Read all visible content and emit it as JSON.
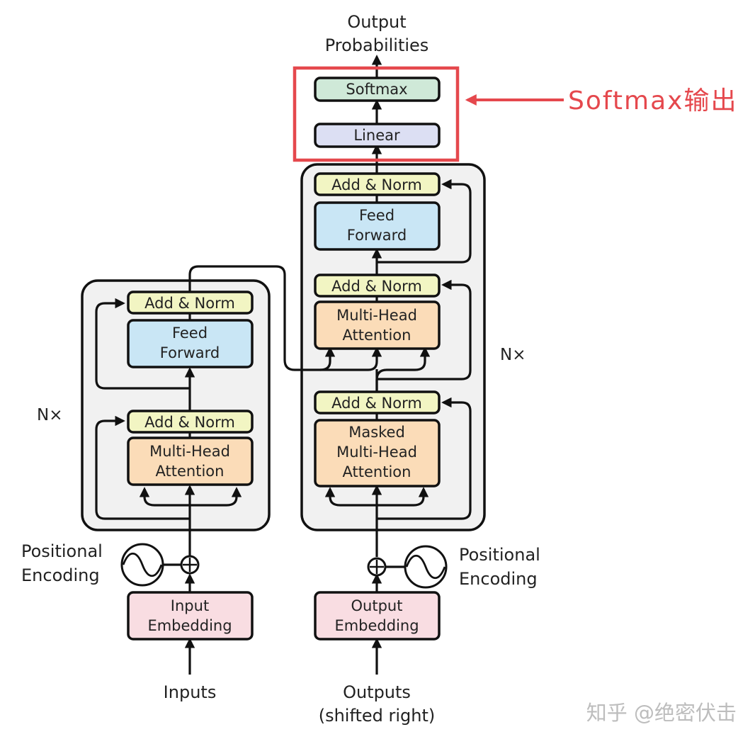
{
  "output": {
    "line1": "Output",
    "line2": "Probabilities"
  },
  "softmax": "Softmax",
  "linear": "Linear",
  "annotation": {
    "label": "Softmax输出",
    "color": "#e5484d"
  },
  "encoder": {
    "repeat": "N×",
    "add_norm_top": "Add & Norm",
    "ff_line1": "Feed",
    "ff_line2": "Forward",
    "add_norm_bottom": "Add & Norm",
    "mha_line1": "Multi-Head",
    "mha_line2": "Attention",
    "pos_line1": "Positional",
    "pos_line2": "Encoding",
    "emb_line1": "Input",
    "emb_line2": "Embedding",
    "input_label": "Inputs"
  },
  "decoder": {
    "repeat": "N×",
    "add_norm_top": "Add & Norm",
    "ff_line1": "Feed",
    "ff_line2": "Forward",
    "add_norm_mid": "Add & Norm",
    "mha_line1": "Multi-Head",
    "mha_line2": "Attention",
    "add_norm_bottom": "Add & Norm",
    "mmha_line1": "Masked",
    "mmha_line2": "Multi-Head",
    "mmha_line3": "Attention",
    "pos_line1": "Positional",
    "pos_line2": "Encoding",
    "emb_line1": "Output",
    "emb_line2": "Embedding",
    "input_line1": "Outputs",
    "input_line2": "(shifted right)"
  },
  "watermark": "知乎 @绝密伏击",
  "colors": {
    "softmax": "#cfe9d8",
    "linear": "#dcdff3",
    "add_norm": "#f2f5c3",
    "feed_forward": "#c9e6f5",
    "attention": "#fbdcb8",
    "embedding": "#f9dde2",
    "block_bg": "#f1f1f1"
  }
}
